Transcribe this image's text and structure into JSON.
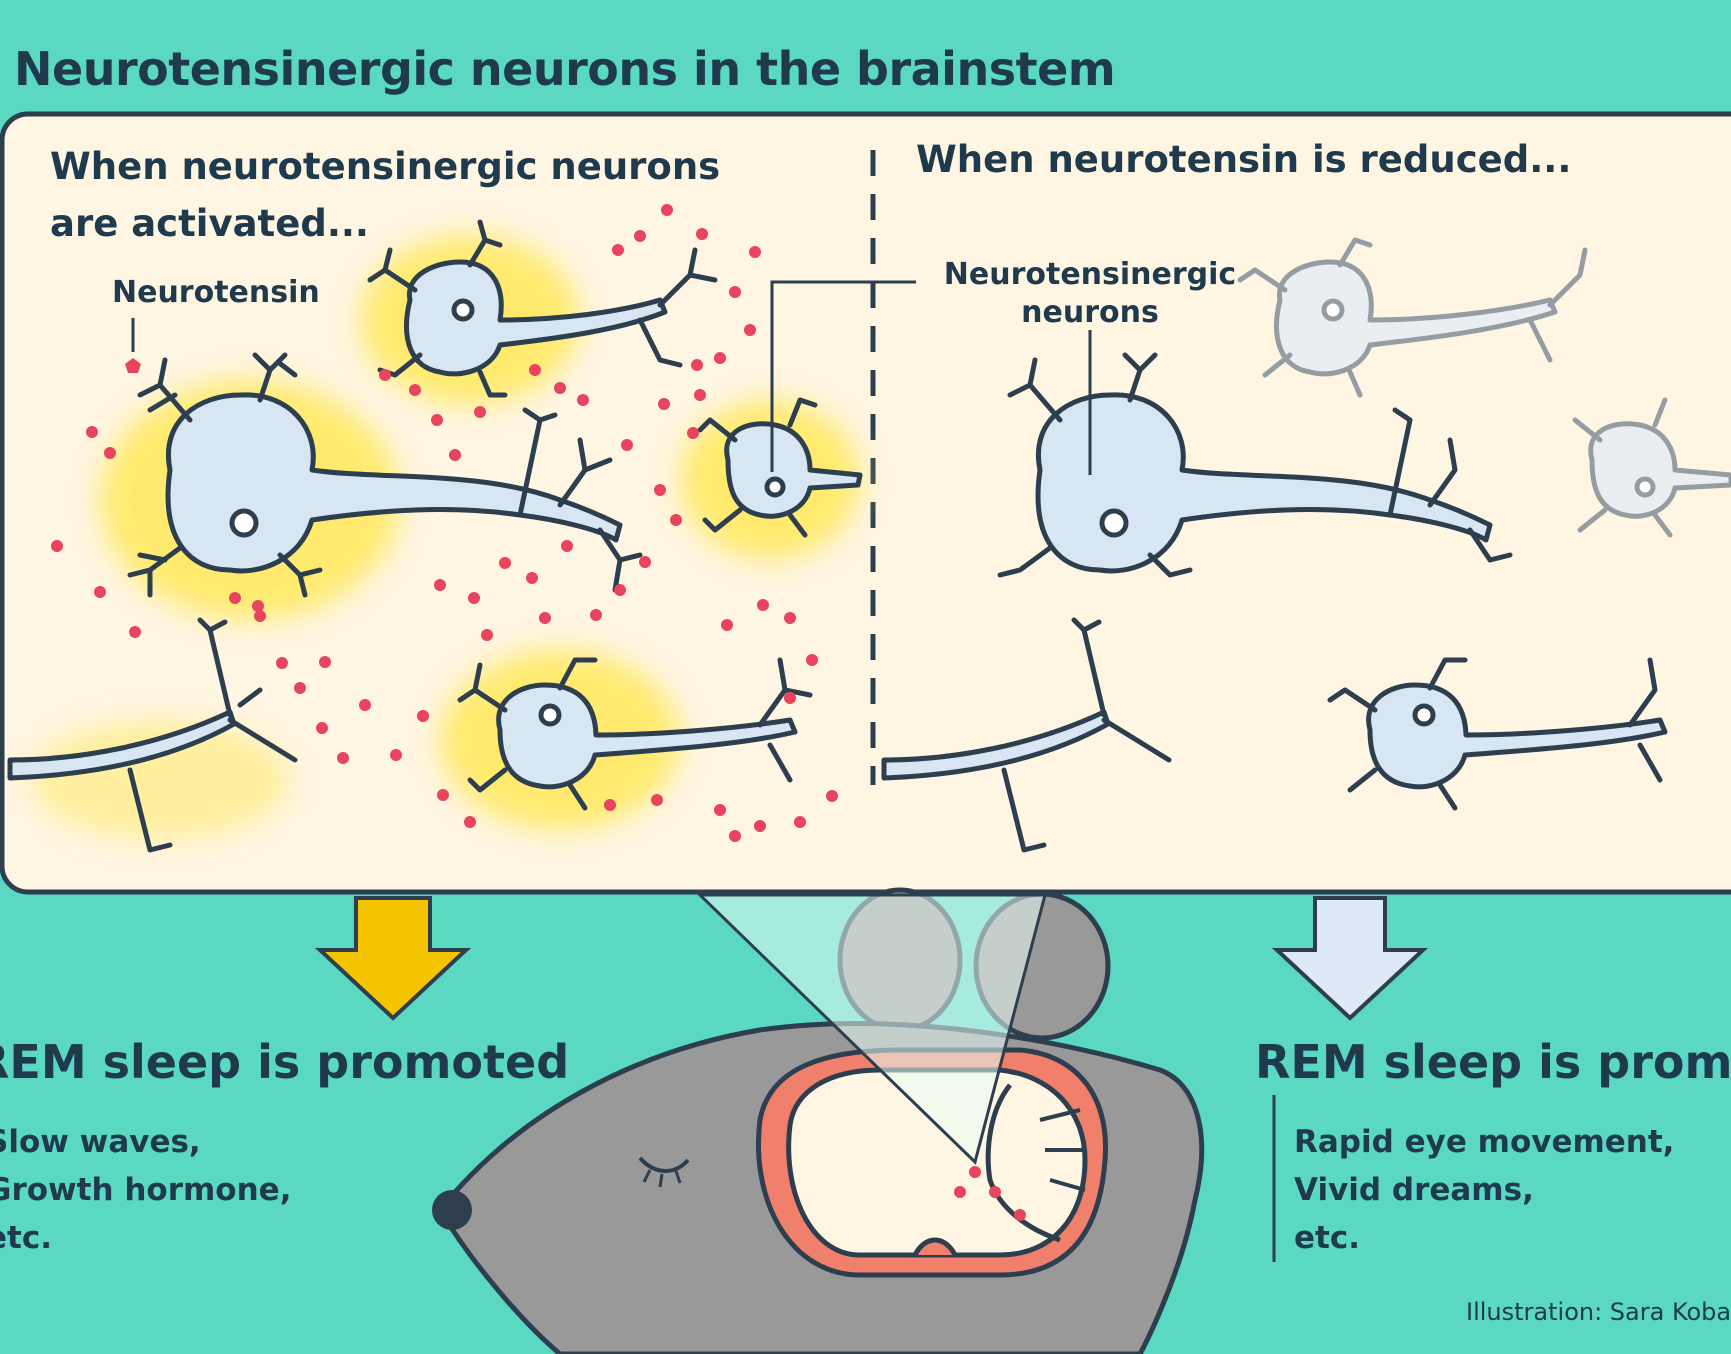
{
  "title": "Neurotensinergic neurons in the brainstem",
  "left_panel": {
    "heading": "When neurotensinergic neurons are activated...",
    "label": "Neurotensin"
  },
  "right_panel": {
    "heading": "When neurotensin is reduced...",
    "label_line1": "Neurotensinergic",
    "label_line2": "neurons"
  },
  "left_outcome": {
    "title": "REM sleep is promoted",
    "items": [
      "Slow waves,",
      "Growth hormone,",
      "etc."
    ]
  },
  "right_outcome": {
    "title": "REM sleep is promot",
    "items": [
      "Rapid eye movement,",
      "Vivid dreams,",
      "etc."
    ]
  },
  "credit": "Illustration: Sara Koba",
  "colors": {
    "background": "#5ad8c2",
    "panel": "#fff5e3",
    "outline": "#2d3e4f",
    "neuron_fill": "#d8e6f3",
    "neurotensin_dot": "#e8445e",
    "glow": "#ffe95a",
    "arrow_active": "#f5c400",
    "arrow_reduced": "#dde9f6",
    "mouse": "#999999",
    "brain_rim": "#f07f6c"
  },
  "icons": [
    "neuron-icon",
    "neurotensin-dot-icon",
    "down-arrow-icon",
    "mouse-icon",
    "brain-icon"
  ]
}
